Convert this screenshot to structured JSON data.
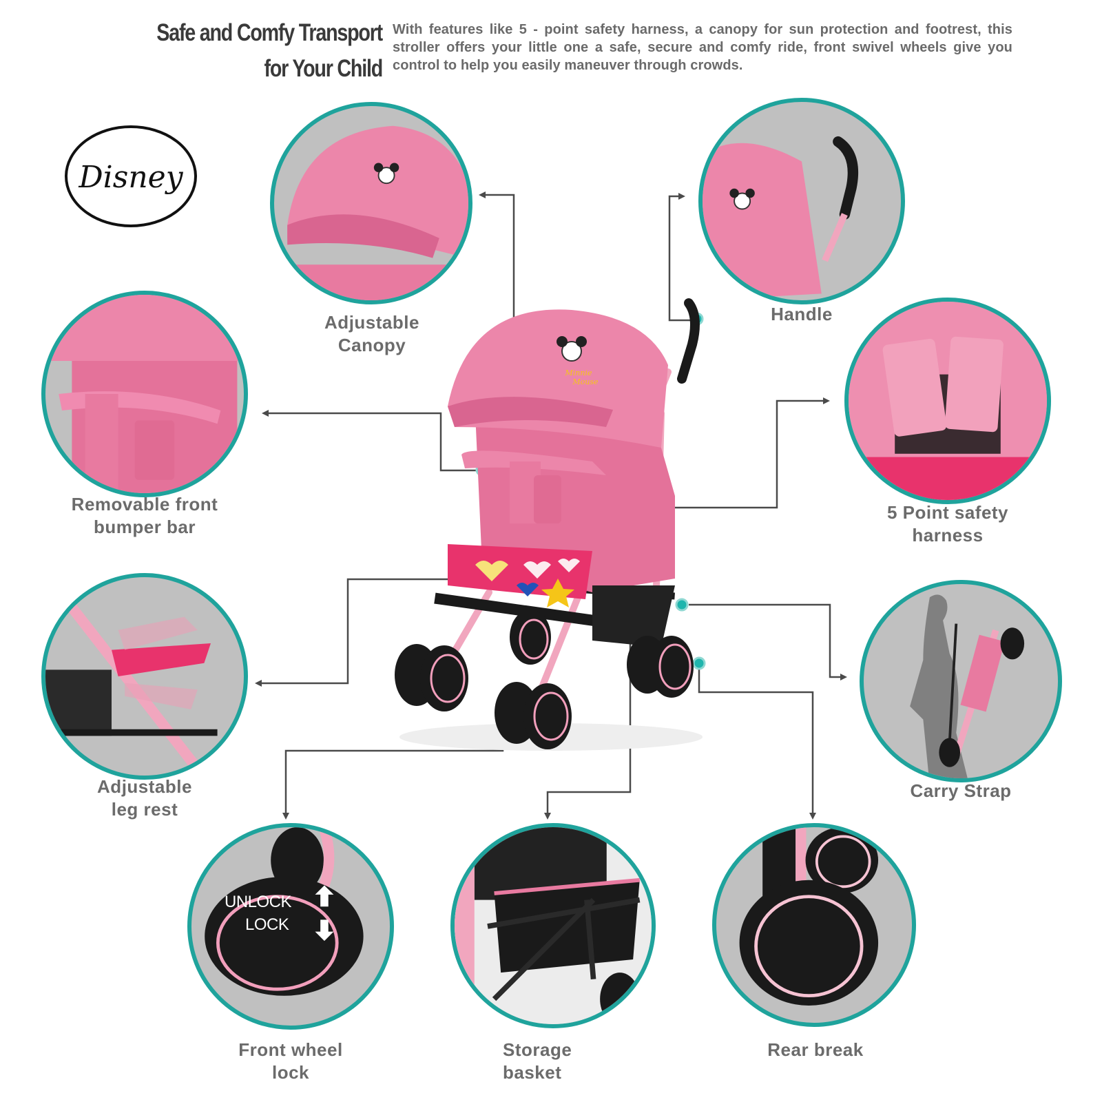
{
  "header": {
    "title_line1": "Safe and Comfy Transport",
    "title_line2": "for Your Child",
    "description": "With features like 5 - point safety harness, a canopy for  sun protection and footrest, this stroller offers your little one a safe, secure and comfy ride, front swivel wheels give you control to help you easily maneuver through crowds."
  },
  "brand": {
    "logo_text": "Disney"
  },
  "product": {
    "character_text_line1": "Minnie",
    "character_text_line2": "Mouse"
  },
  "colors": {
    "accent_teal": "#1fa39c",
    "circle_bg": "#c0c0c0",
    "stroller_pink": "#e87aa0",
    "label_grey": "#6b6b6b",
    "connector": "#4a4a4a"
  },
  "features": [
    {
      "id": "canopy",
      "label_line1": "Adjustable",
      "label_line2": "Canopy",
      "icon": "canopy-icon"
    },
    {
      "id": "handle",
      "label_line1": "Handle",
      "label_line2": "",
      "icon": "handle-icon"
    },
    {
      "id": "bumper",
      "label_line1": "Removable front",
      "label_line2": "bumper bar",
      "icon": "bumper-bar-icon"
    },
    {
      "id": "harness",
      "label_line1": "5 Point safety",
      "label_line2": "harness",
      "icon": "harness-icon"
    },
    {
      "id": "legrest",
      "label_line1": "Adjustable",
      "label_line2": "leg rest",
      "icon": "leg-rest-icon"
    },
    {
      "id": "strap",
      "label_line1": "Carry Strap",
      "label_line2": "",
      "icon": "carry-strap-icon"
    },
    {
      "id": "wheellock",
      "label_line1": "Front wheel",
      "label_line2": "lock",
      "icon": "wheel-lock-icon",
      "overlay": {
        "unlock": "UNLOCK",
        "lock": "LOCK"
      }
    },
    {
      "id": "basket",
      "label_line1": "Storage",
      "label_line2": "basket",
      "icon": "basket-icon"
    },
    {
      "id": "rearbrake",
      "label_line1": "Rear break",
      "label_line2": "",
      "icon": "rear-brake-icon"
    }
  ]
}
